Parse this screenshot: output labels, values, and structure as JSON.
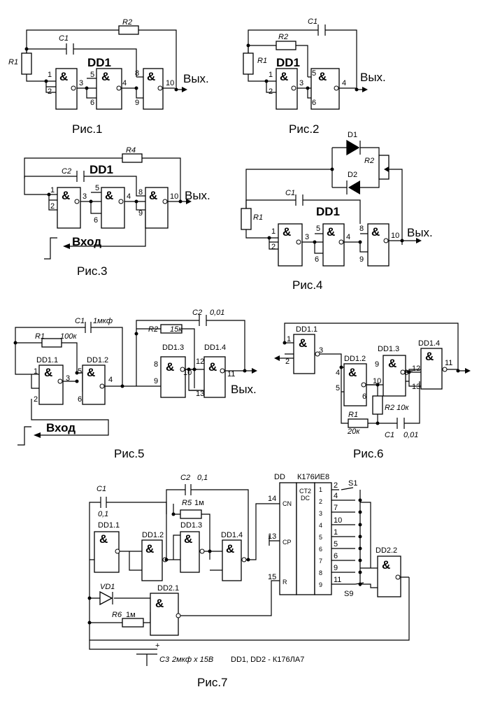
{
  "labels": {
    "DD1": "DD1",
    "R1": "R1",
    "R2": "R2",
    "R4": "R4",
    "R5": "R5",
    "R6": "R6",
    "C1": "C1",
    "C2": "C2",
    "C3": "C3",
    "D1": "D1",
    "D2": "D2",
    "VD1": "VD1",
    "vyh": "Вых.",
    "vhod": "Вход",
    "amp": "&",
    "dd1_1": "DD1.1",
    "dd1_2": "DD1.2",
    "dd1_3": "DD1.3",
    "dd1_4": "DD1.4",
    "dd2_1": "DD2.1",
    "dd2_2": "DD2.2",
    "DD": "DD",
    "chip": "К176ИЕ8",
    "ct2": "CT2",
    "dc": "DC",
    "cn": "CN",
    "cp": "CP",
    "r": "R",
    "S1": "S1",
    "S9": "S9",
    "plus": "+"
  },
  "values": {
    "fig5_c1": "1мкф",
    "fig5_r1": "100к",
    "fig5_r2": "15к",
    "fig5_c2": "0,01",
    "fig6_r1": "20к",
    "fig6_r2": "R2 10к",
    "fig6_c1": "0,01",
    "fig7_c1": "0,1",
    "fig7_c2": "0,1",
    "fig7_r5": "1м",
    "fig7_r6": "1м",
    "fig7_c3": "2мкф х 15В",
    "fig7_note": "DD1, DD2 - К176ЛА7"
  },
  "pins": [
    "1",
    "2",
    "3",
    "4",
    "5",
    "6",
    "8",
    "9",
    "10",
    "11",
    "12",
    "13",
    "14",
    "15"
  ],
  "counter_outputs": [
    "2",
    "4",
    "7",
    "10",
    "1",
    "5",
    "6",
    "9",
    "11"
  ],
  "counter_rows": [
    "1",
    "2",
    "3",
    "4",
    "5",
    "6",
    "7",
    "8",
    "9"
  ],
  "captions": {
    "fig1": "Рис.1",
    "fig2": "Рис.2",
    "fig3": "Рис.3",
    "fig4": "Рис.4",
    "fig5": "Рис.5",
    "fig6": "Рис.6",
    "fig7": "Рис.7"
  }
}
